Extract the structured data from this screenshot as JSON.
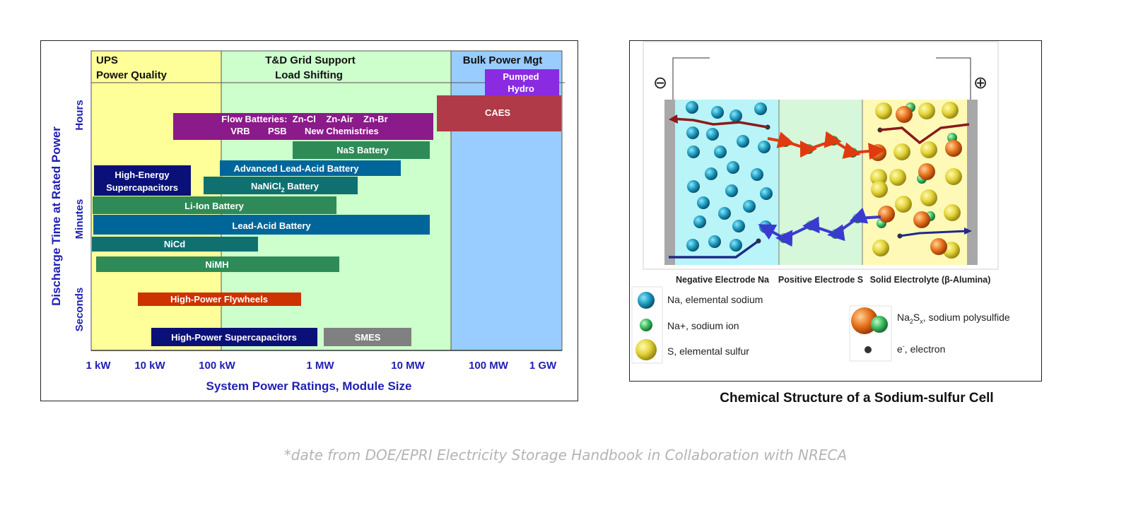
{
  "colors": {
    "ups_zone": "#ffff99",
    "grid_zone": "#ccffcc",
    "bulk_zone": "#99ccff",
    "axis_text": "#1f1fb4",
    "navy": "#0a1078",
    "teal": "#107070",
    "green": "#2e8b57",
    "blue": "#006699",
    "purple": "#8b1a8b",
    "violet": "#8a2be2",
    "caes": "#b03a48",
    "orange_red": "#cc3300",
    "gray": "#808080",
    "electron_path_top": "#8b1a1a",
    "electron_path_bottom": "#1f2a8a"
  },
  "storage_chart": {
    "zones": {
      "ups": [
        "UPS",
        "Power Quality"
      ],
      "grid": [
        "T&D Grid Support",
        "Load Shifting"
      ],
      "bulk": [
        "Bulk Power Mgt"
      ]
    },
    "y_title": "Discharge Time at Rated Power",
    "y_ticks": [
      "Seconds",
      "Minutes",
      "Hours"
    ],
    "x_title": "System Power Ratings, Module Size",
    "x_ticks": [
      "1 kW",
      "10 kW",
      "100 kW",
      "1 MW",
      "10 MW",
      "100 MW",
      "1 GW"
    ],
    "technologies": [
      {
        "key": "pumped_hydro",
        "lines": [
          "Pumped",
          "Hydro"
        ],
        "color": "violet"
      },
      {
        "key": "caes",
        "lines": [
          "CAES"
        ],
        "color": "caes"
      },
      {
        "key": "flow_batteries",
        "lines": [
          "Flow Batteries:  Zn-Cl    Zn-Air    Zn-Br",
          "VRB       PSB       New Chemistries"
        ],
        "color": "purple"
      },
      {
        "key": "nas",
        "lines": [
          "NaS Battery"
        ],
        "color": "green"
      },
      {
        "key": "adv_lead_acid",
        "lines": [
          "Advanced Lead-Acid Battery"
        ],
        "color": "blue"
      },
      {
        "key": "he_supercap",
        "lines": [
          "High-Energy",
          "Supercapacitors"
        ],
        "color": "navy"
      },
      {
        "key": "nanicl",
        "lines": [
          "NaNiCl",
          "2",
          " Battery"
        ],
        "color": "teal"
      },
      {
        "key": "li_ion",
        "lines": [
          "Li-Ion Battery"
        ],
        "color": "green"
      },
      {
        "key": "lead_acid",
        "lines": [
          "Lead-Acid Battery"
        ],
        "color": "blue"
      },
      {
        "key": "nicd",
        "lines": [
          "NiCd"
        ],
        "color": "teal"
      },
      {
        "key": "nimh",
        "lines": [
          "NiMH"
        ],
        "color": "green"
      },
      {
        "key": "hp_flywheels",
        "lines": [
          "High-Power Flywheels"
        ],
        "color": "orange_red"
      },
      {
        "key": "hp_supercap",
        "lines": [
          "High-Power Supercapacitors"
        ],
        "color": "navy"
      },
      {
        "key": "smes",
        "lines": [
          "SMES"
        ],
        "color": "gray"
      }
    ]
  },
  "cell_diagram": {
    "terminals": {
      "negative": "⊖",
      "positive": "⊕"
    },
    "regions": [
      "Negative Electrode Na",
      "Positive Electrode S",
      "Solid Electrolyte (β-Alumina)"
    ],
    "legend": [
      {
        "key": "na",
        "label": "Na, elemental sodium"
      },
      {
        "key": "na_ion",
        "label": "Na+, sodium ion"
      },
      {
        "key": "s",
        "label": "S, elemental sulfur"
      },
      {
        "key": "polysulfide",
        "parts": [
          "Na",
          "2",
          "S",
          "x",
          ", sodium polysulfide"
        ]
      },
      {
        "key": "electron",
        "parts": [
          "e",
          "-",
          ", electron"
        ]
      }
    ],
    "caption": "Chemical Structure of a Sodium-sulfur Cell"
  },
  "footnote": "*date from  DOE/EPRI Electricity Storage Handbook in Collaboration with NRECA"
}
